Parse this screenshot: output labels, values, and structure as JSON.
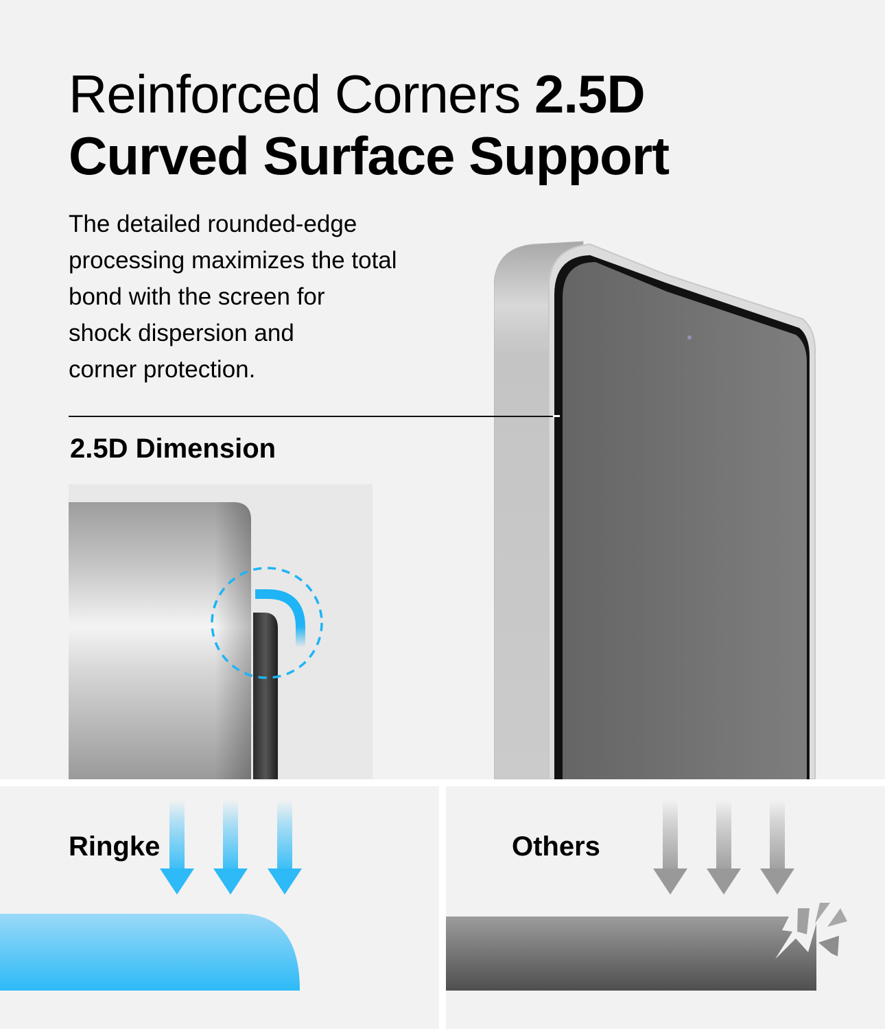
{
  "headline": {
    "line1_light": "Reinforced Corners ",
    "line1_bold": "2.5D",
    "line2_bold": "Curved Surface Support"
  },
  "description": {
    "lines": [
      "The detailed rounded-edge",
      "processing maximizes the total",
      "bond with the screen for",
      "shock dispersion and",
      "corner protection."
    ]
  },
  "dimension_section": {
    "title": "2.5D Dimension",
    "highlight_color": "#1eb4f5"
  },
  "comparison": {
    "ringke": {
      "label": "Ringke",
      "color": "#2dbaf7",
      "arrows": 3
    },
    "others": {
      "label": "Others",
      "color": "#888888",
      "arrows": 3
    }
  }
}
